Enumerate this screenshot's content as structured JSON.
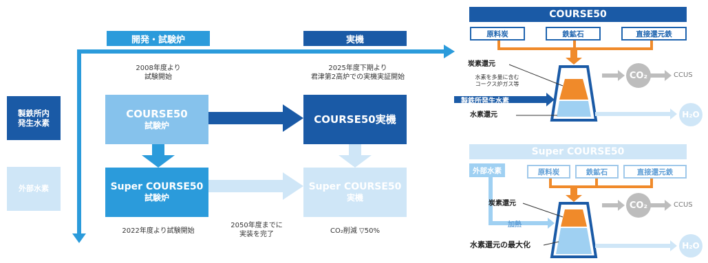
{
  "colors": {
    "dark": "#1a5aa6",
    "mid": "#2b9bdb",
    "light": "#86c2ec",
    "pale": "#cfe6f7",
    "orange": "#f08a2a",
    "gray": "#bdbdbd"
  },
  "left": {
    "headers": {
      "pilot": "開発・試験炉",
      "actual": "実機"
    },
    "notes": {
      "pilot_start": "2008年度より\n試験開始",
      "actual_start": "2025年度下期より\n君津第2高炉での実機実証開始",
      "super_start": "2022年度より試験開始",
      "target": "2050年度までに\n実装を完了",
      "reduction": "CO₂削減 ▽50%"
    },
    "sources": {
      "onsite": "製鉄所内\n発生水素",
      "external": "外部水素"
    },
    "boxes": {
      "course50_pilot": {
        "title": "COURSE50",
        "sub": "試験炉"
      },
      "course50_actual": {
        "title": "COURSE50実機"
      },
      "super_pilot": {
        "title": "Super COURSE50",
        "sub": "試験炉"
      },
      "super_actual": {
        "title": "Super COURSE50",
        "sub": "実機"
      }
    }
  },
  "right": {
    "top": {
      "title": "COURSE50",
      "inputs": [
        "原料炭",
        "鉄鉱石",
        "直接還元鉄"
      ],
      "carbon": "炭素還元",
      "gas_note": "水素を多量に含む\nコークス炉ガス等",
      "onsite_h2": "製鉄所発生水素",
      "hydrogen": "水素還元",
      "co2": "CO₂",
      "ccus": "CCUS",
      "h2o": "H₂O"
    },
    "bottom": {
      "title": "Super COURSE50",
      "external": "外部水素",
      "inputs": [
        "原料炭",
        "鉄鉱石",
        "直接還元鉄"
      ],
      "carbon": "炭素還元",
      "heating": "加熱",
      "hydrogen_max": "水素還元の最大化",
      "co2": "CO₂",
      "ccus": "CCUS",
      "h2o": "H₂O"
    }
  }
}
